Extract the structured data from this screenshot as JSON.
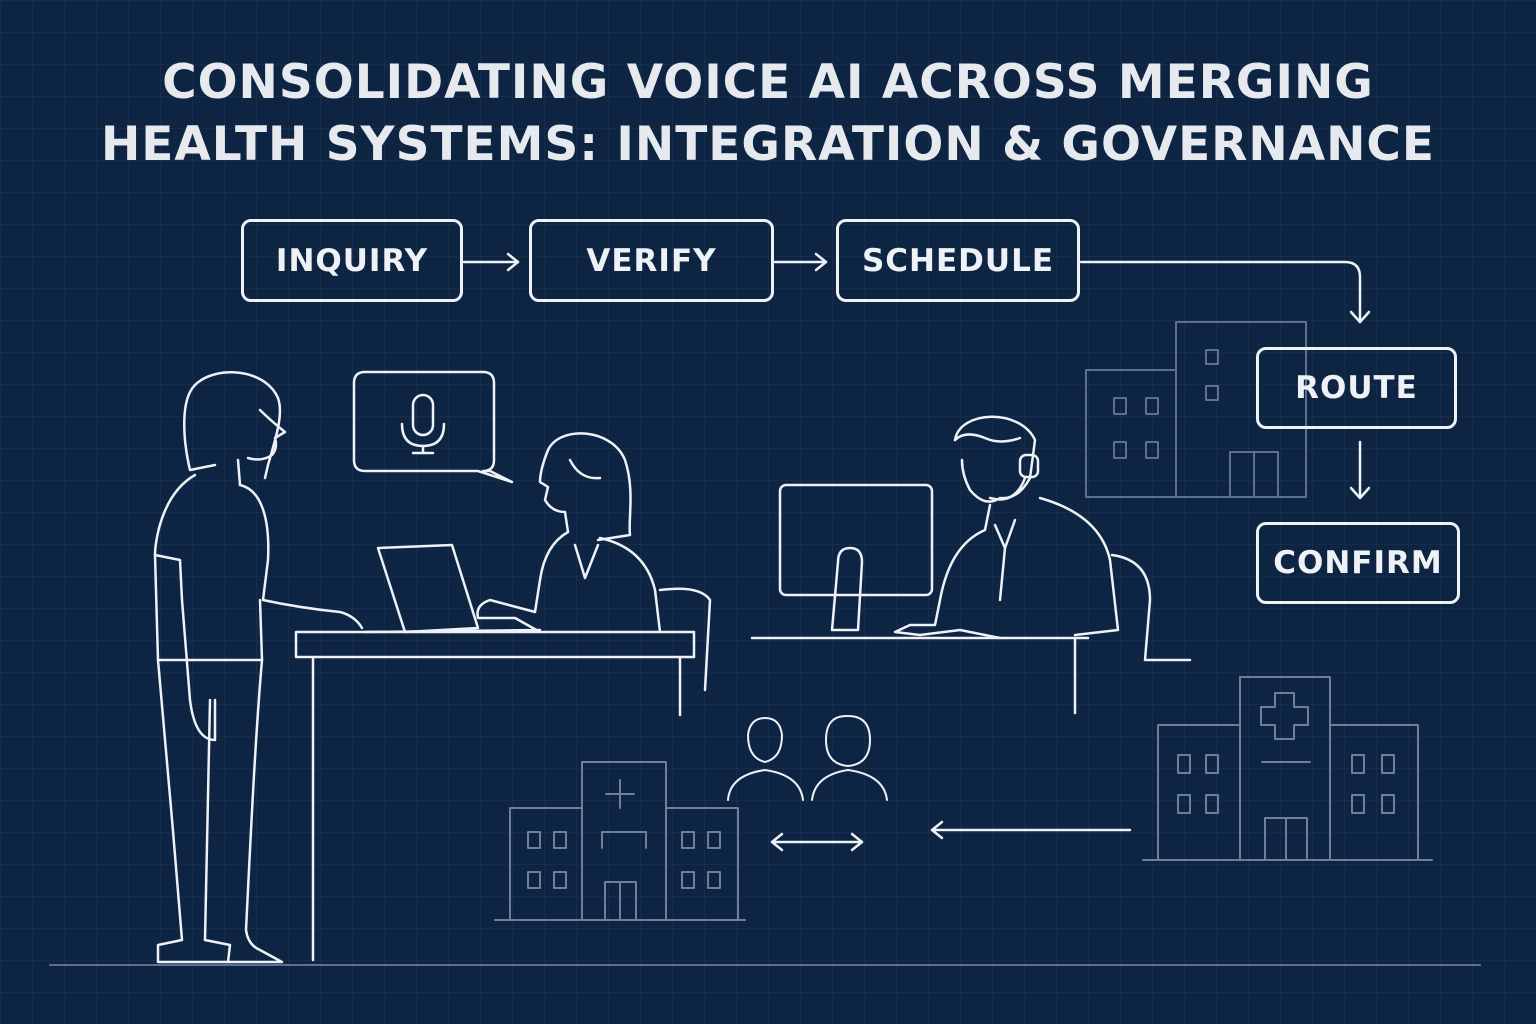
{
  "title": {
    "line1": "CONSOLIDATING VOICE AI ACROSS MERGING",
    "line2": "HEALTH SYSTEMS: INTEGRATION & GOVERNANCE"
  },
  "workflow": {
    "steps": [
      "INQUIRY",
      "VERIFY",
      "SCHEDULE",
      "ROUTE",
      "CONFIRM"
    ]
  },
  "icons": [
    "microphone-icon",
    "speech-bubble-icon",
    "hospital-icon",
    "headset-icon",
    "laptop-icon",
    "monitor-icon"
  ],
  "colors": {
    "background": "#0e2443",
    "line": "#eef1f5",
    "faint_line": "#6d7f9a"
  }
}
